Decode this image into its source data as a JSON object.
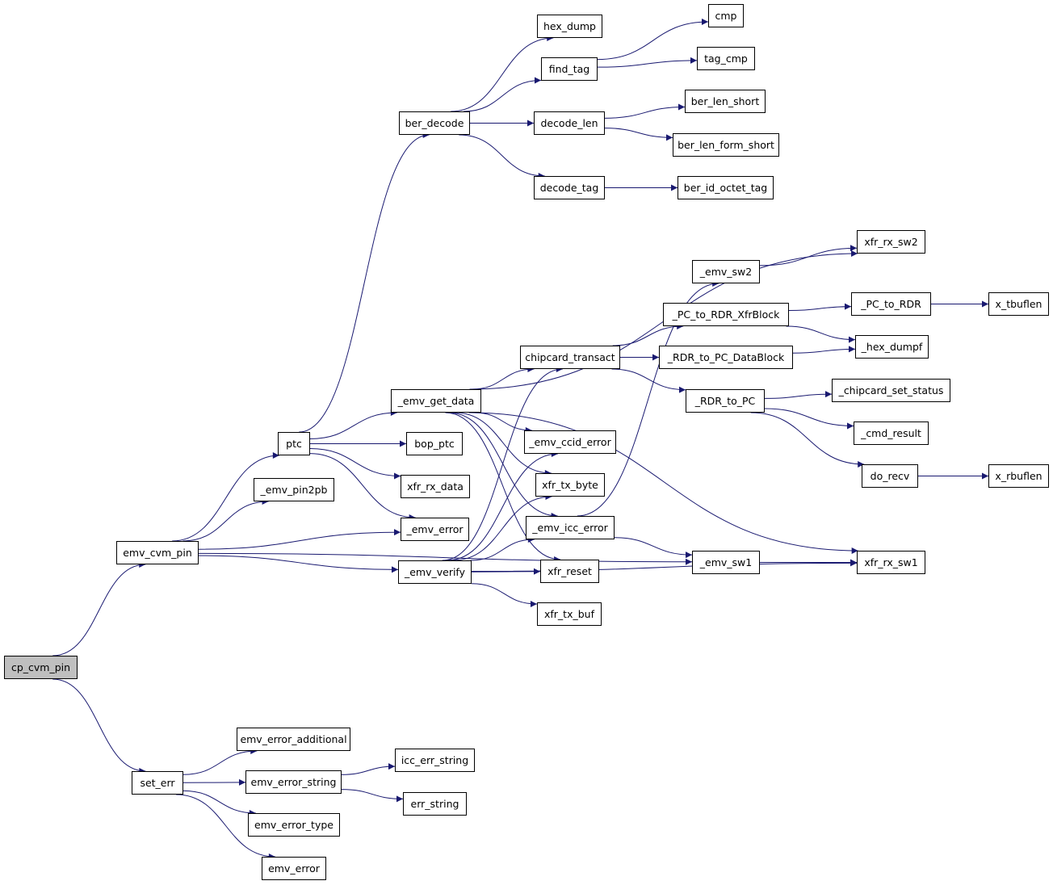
{
  "graph": {
    "edge_color": "#191970",
    "root_fill": "#bfbfbf",
    "nodes": {
      "cp_cvm_pin": "cp_cvm_pin",
      "emv_cvm_pin": "emv_cvm_pin",
      "set_err": "set_err",
      "ptc": "ptc",
      "emv_pin2pb": "_emv_pin2pb",
      "emv_error_u": "_emv_error",
      "emv_verify": "_emv_verify",
      "ber_decode": "ber_decode",
      "emv_get_data": "_emv_get_data",
      "bop_ptc": "bop_ptc",
      "xfr_rx_data": "xfr_rx_data",
      "hex_dump": "hex_dump",
      "find_tag": "find_tag",
      "decode_len": "decode_len",
      "decode_tag": "decode_tag",
      "cmp": "cmp",
      "tag_cmp": "tag_cmp",
      "ber_len_short": "ber_len_short",
      "ber_len_form_short": "ber_len_form_short",
      "ber_id_octet_tag": "ber_id_octet_tag",
      "xfr_rx_sw2": "xfr_rx_sw2",
      "emv_sw2": "_emv_sw2",
      "pc_to_rdr_xfrblock": "_PC_to_RDR_XfrBlock",
      "pc_to_rdr": "_PC_to_RDR",
      "x_tbuflen": "x_tbuflen",
      "chipcard_transact": "chipcard_transact",
      "rdr_to_pc_datablock": "_RDR_to_PC_DataBlock",
      "hex_dumpf": "_hex_dumpf",
      "rdr_to_pc": "_RDR_to_PC",
      "chipcard_set_status": "_chipcard_set_status",
      "emv_ccid_error": "_emv_ccid_error",
      "cmd_result": "_cmd_result",
      "xfr_tx_byte": "xfr_tx_byte",
      "do_recv": "do_recv",
      "x_rbuflen": "x_rbuflen",
      "emv_icc_error": "_emv_icc_error",
      "emv_sw1": "_emv_sw1",
      "xfr_rx_sw1": "xfr_rx_sw1",
      "xfr_reset": "xfr_reset",
      "xfr_tx_buf": "xfr_tx_buf",
      "emv_error_additional": "emv_error_additional",
      "icc_err_string": "icc_err_string",
      "emv_error_string": "emv_error_string",
      "err_string": "err_string",
      "emv_error_type": "emv_error_type",
      "emv_error": "emv_error"
    },
    "edges": [
      [
        "cp_cvm_pin",
        "emv_cvm_pin"
      ],
      [
        "cp_cvm_pin",
        "set_err"
      ],
      [
        "emv_cvm_pin",
        "ptc"
      ],
      [
        "emv_cvm_pin",
        "emv_pin2pb"
      ],
      [
        "emv_cvm_pin",
        "emv_error_u"
      ],
      [
        "emv_cvm_pin",
        "emv_verify"
      ],
      [
        "emv_cvm_pin",
        "emv_sw1"
      ],
      [
        "ptc",
        "ber_decode"
      ],
      [
        "ptc",
        "emv_get_data"
      ],
      [
        "ptc",
        "bop_ptc"
      ],
      [
        "ptc",
        "xfr_rx_data"
      ],
      [
        "ptc",
        "emv_error_u"
      ],
      [
        "ber_decode",
        "hex_dump"
      ],
      [
        "ber_decode",
        "find_tag"
      ],
      [
        "ber_decode",
        "decode_len"
      ],
      [
        "ber_decode",
        "decode_tag"
      ],
      [
        "find_tag",
        "cmp"
      ],
      [
        "find_tag",
        "tag_cmp"
      ],
      [
        "decode_len",
        "ber_len_short"
      ],
      [
        "decode_len",
        "ber_len_form_short"
      ],
      [
        "decode_tag",
        "ber_id_octet_tag"
      ],
      [
        "emv_get_data",
        "xfr_rx_sw2"
      ],
      [
        "emv_get_data",
        "chipcard_transact"
      ],
      [
        "emv_get_data",
        "emv_ccid_error"
      ],
      [
        "emv_get_data",
        "xfr_tx_byte"
      ],
      [
        "emv_get_data",
        "emv_icc_error"
      ],
      [
        "emv_get_data",
        "xfr_reset"
      ],
      [
        "emv_get_data",
        "xfr_rx_sw1"
      ],
      [
        "emv_verify",
        "chipcard_transact"
      ],
      [
        "emv_verify",
        "emv_ccid_error"
      ],
      [
        "emv_verify",
        "xfr_tx_byte"
      ],
      [
        "emv_verify",
        "emv_icc_error"
      ],
      [
        "emv_verify",
        "xfr_reset"
      ],
      [
        "emv_verify",
        "xfr_tx_buf"
      ],
      [
        "emv_verify",
        "xfr_rx_sw1"
      ],
      [
        "chipcard_transact",
        "pc_to_rdr_xfrblock"
      ],
      [
        "chipcard_transact",
        "rdr_to_pc_datablock"
      ],
      [
        "chipcard_transact",
        "rdr_to_pc"
      ],
      [
        "pc_to_rdr_xfrblock",
        "pc_to_rdr"
      ],
      [
        "pc_to_rdr_xfrblock",
        "hex_dumpf"
      ],
      [
        "pc_to_rdr",
        "x_tbuflen"
      ],
      [
        "rdr_to_pc_datablock",
        "hex_dumpf"
      ],
      [
        "rdr_to_pc",
        "chipcard_set_status"
      ],
      [
        "rdr_to_pc",
        "cmd_result"
      ],
      [
        "rdr_to_pc",
        "do_recv"
      ],
      [
        "do_recv",
        "x_rbuflen"
      ],
      [
        "emv_icc_error",
        "emv_sw2"
      ],
      [
        "emv_icc_error",
        "emv_sw1"
      ],
      [
        "emv_sw2",
        "xfr_rx_sw2"
      ],
      [
        "emv_sw1",
        "xfr_rx_sw1"
      ],
      [
        "set_err",
        "emv_error_additional"
      ],
      [
        "set_err",
        "emv_error_string"
      ],
      [
        "set_err",
        "emv_error_type"
      ],
      [
        "set_err",
        "emv_error"
      ],
      [
        "emv_error_string",
        "icc_err_string"
      ],
      [
        "emv_error_string",
        "err_string"
      ]
    ]
  }
}
